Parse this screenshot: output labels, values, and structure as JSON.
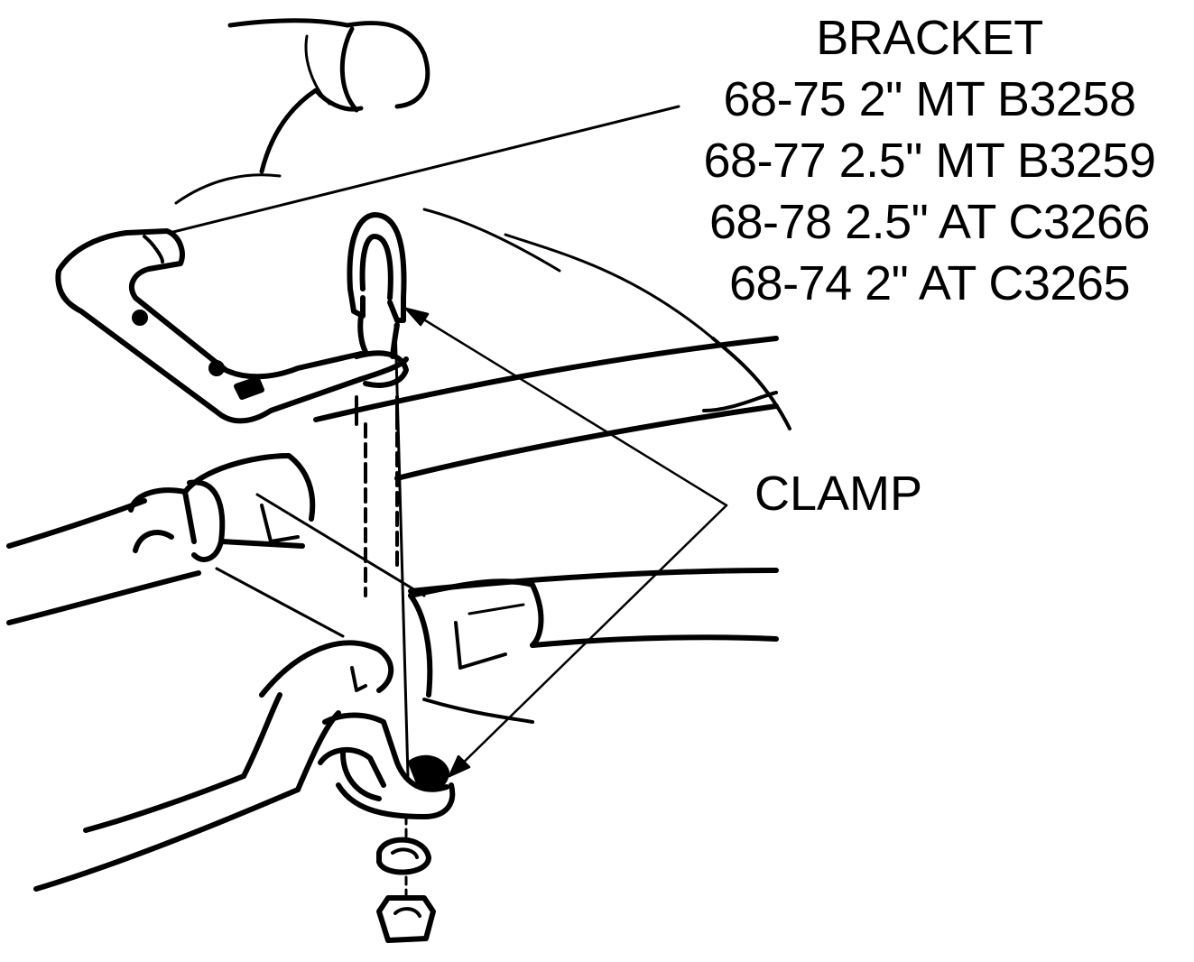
{
  "bracket": {
    "title": "BRACKET",
    "lines": [
      "68-75 2\" MT B3258",
      "68-77 2.5\" MT B3259",
      "68-78 2.5\" AT C3266",
      "68-74 2\" AT C3265"
    ]
  },
  "clamp": {
    "label": "CLAMP"
  },
  "colors": {
    "ink": "#000000",
    "paper": "#ffffff"
  }
}
